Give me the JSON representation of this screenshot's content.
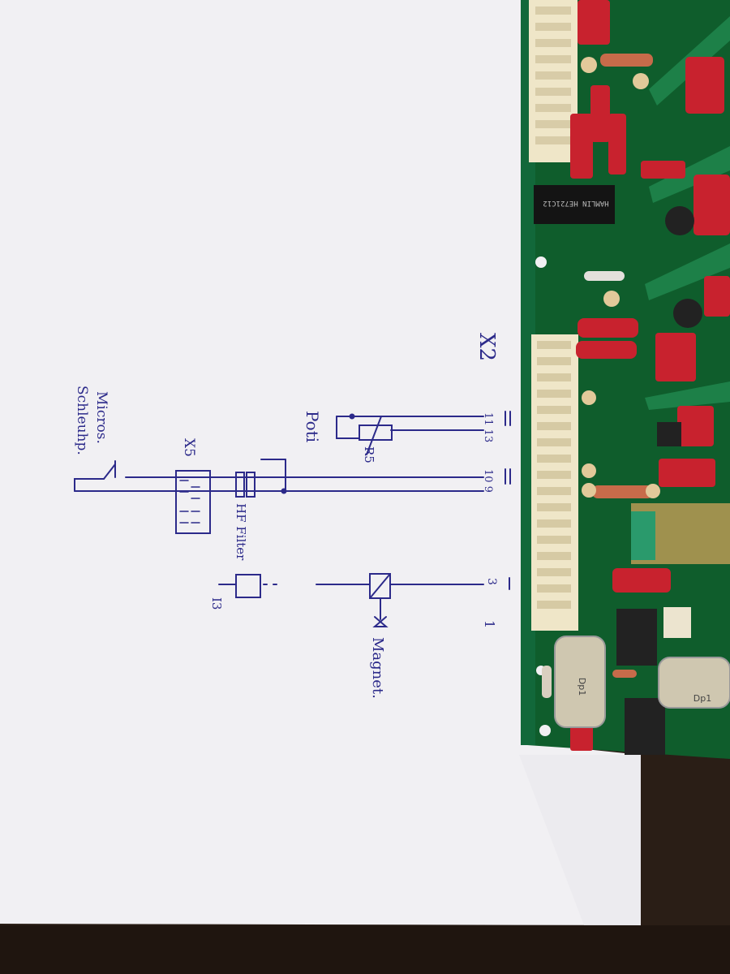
{
  "colors": {
    "table": "#2a1e16",
    "paper": "#f1f0f3",
    "ink": "#2c2a8a",
    "pcb": "#0e5a2a",
    "connector": "#efe6c8",
    "capacitor_red": "#c8222e"
  },
  "labels": {
    "x2": "X2",
    "pins_top": "11 13",
    "poti": "Poti",
    "r5": "R5",
    "pins_mid": "10 9",
    "x5": "X5",
    "micro_1": "Micros.",
    "micro_2": "Schleuhp.",
    "hf_filter": "HF Filter",
    "i3": "I3",
    "pin_3": "3",
    "pin_1": "1",
    "magnet": "Magnet."
  },
  "components": {
    "ic_text": "HAMLIN HE721C12",
    "cap_text": "Dp1"
  }
}
